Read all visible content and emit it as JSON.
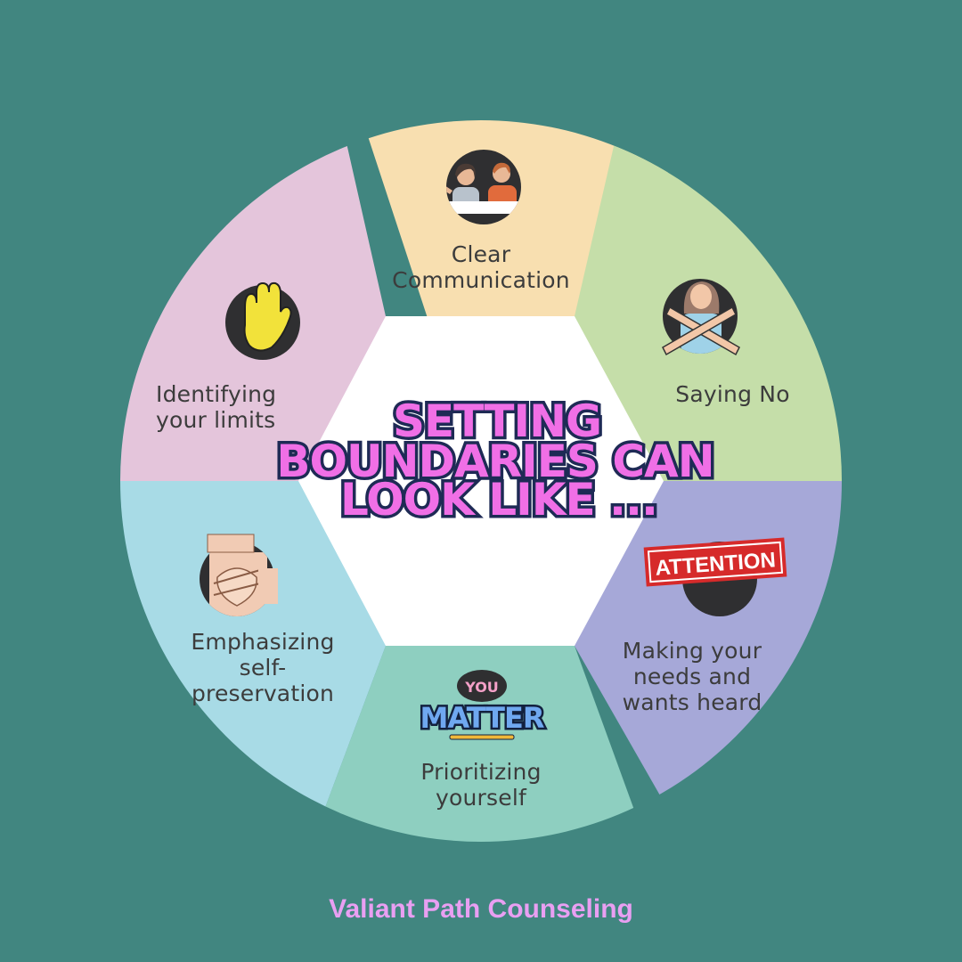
{
  "title": {
    "lines": [
      "SETTING",
      "BOUNDARIES CAN",
      "LOOK LIKE ..."
    ]
  },
  "segments": {
    "clear_communication": {
      "label": "Clear Communication",
      "color": "#f8dfb0",
      "icon": "conversation-icon"
    },
    "saying_no": {
      "label": "Saying No",
      "color": "#c5dea9",
      "icon": "crossed-arms-icon"
    },
    "making_needs_heard": {
      "label": "Making your needs and wants heard",
      "color": "#a6a8d8",
      "icon": "attention-stamp-icon",
      "stamp_text": "ATTENTION"
    },
    "prioritizing_yourself": {
      "label": "Prioritizing yourself",
      "color": "#8ecfc0",
      "icon": "you-matter-icon",
      "sticker_top": "YOU",
      "sticker_bottom": "MATTER"
    },
    "self_preservation": {
      "label": "Emphasizing self-preservation",
      "color": "#a8dbe6",
      "icon": "self-hug-icon"
    },
    "identifying_limits": {
      "label": "Identifying your limits",
      "color": "#e4c5db",
      "icon": "stop-hand-icon"
    }
  },
  "center_color": "#ffffff",
  "footer": {
    "text": "Valiant Path Counseling"
  }
}
